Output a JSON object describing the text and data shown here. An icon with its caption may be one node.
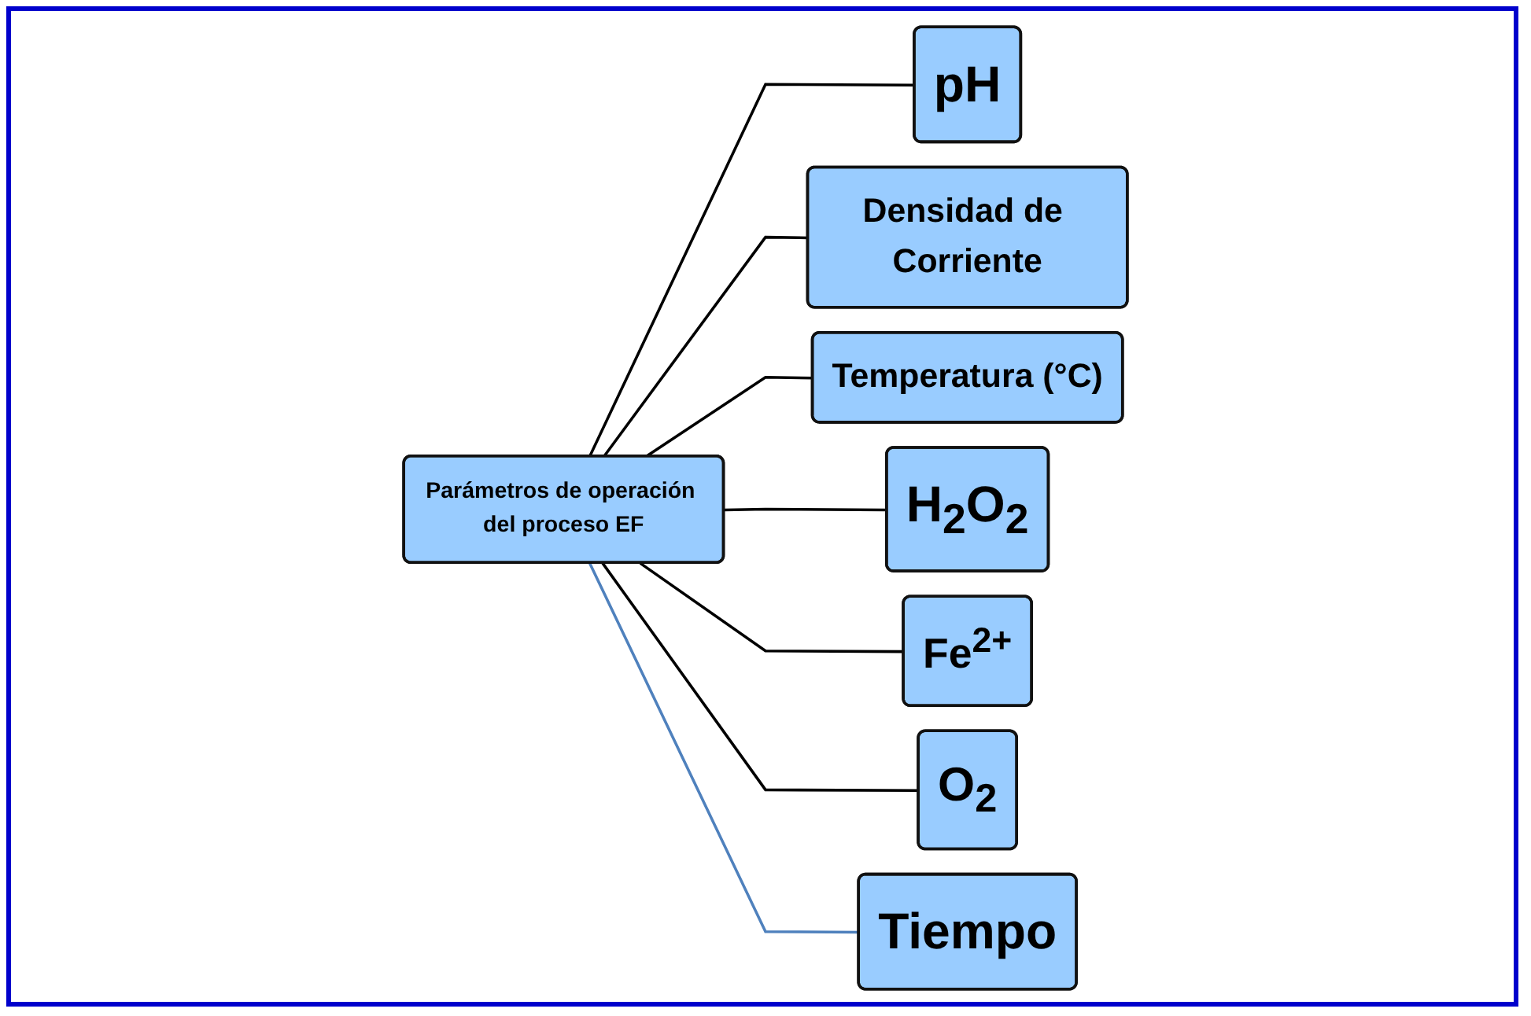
{
  "diagram": {
    "nodes": [
      {
        "text": [
          "Parámetros de operación del proceso EF"
        ]
      },
      {
        "text": [
          "pH"
        ]
      },
      {
        "text": [
          "Densidad de Corriente"
        ]
      },
      {
        "text": [
          "Temperatura (°C)"
        ]
      },
      {
        "text": [
          "H$_{2}$O$_{2}$"
        ]
      },
      {
        "text": [
          "Fe$^{2+}$"
        ]
      },
      {
        "text": [
          "O$_{2}$"
        ]
      },
      {
        "text": [
          "Tiempo"
        ]
      }
    ],
    "edges": [
      {
        "from": 0,
        "to": 1,
        "arrow": "none"
      },
      {
        "from": 0,
        "to": 2,
        "arrow": "none"
      },
      {
        "from": 0,
        "to": 3,
        "arrow": "none"
      },
      {
        "from": 0,
        "to": 4,
        "arrow": "none"
      },
      {
        "from": 0,
        "to": 5,
        "arrow": "none"
      },
      {
        "from": 0,
        "to": 6,
        "arrow": "none"
      },
      {
        "from": 0,
        "to": 7,
        "arrow": "none",
        "color": "#4f81bd"
      }
    ]
  }
}
